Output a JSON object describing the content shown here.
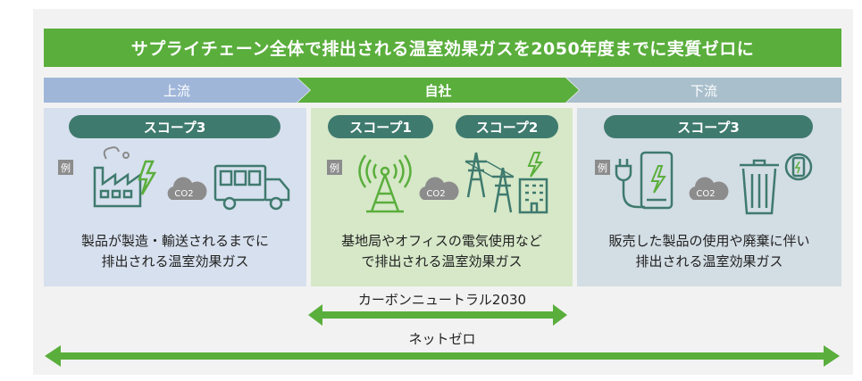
{
  "title": "サプライチェーン全体で排出される温室効果ガスを2050年度までに実質ゼロに",
  "stages": [
    {
      "label": "上流"
    },
    {
      "label": "自社"
    },
    {
      "label": "下流"
    }
  ],
  "columns": [
    {
      "scopes": [
        "スコープ3"
      ],
      "example": "例",
      "co2": "CO2",
      "desc_line1": "製品が製造・輸送されるまでに",
      "desc_line2": "排出される温室効果ガス"
    },
    {
      "scopes": [
        "スコープ1",
        "スコープ2"
      ],
      "example": "例",
      "co2": "CO2",
      "desc_line1": "基地局やオフィスの電気使用など",
      "desc_line2": "で排出される温室効果ガス"
    },
    {
      "scopes": [
        "スコープ3"
      ],
      "example": "例",
      "co2": "CO2",
      "desc_line1": "販売した製品の使用や廃棄に伴い",
      "desc_line2": "排出される温室効果ガス"
    }
  ],
  "carbon_neutral_label": "カーボンニュートラル2030",
  "net_zero_label": "ネットゼロ",
  "colors": {
    "banner": "#5aae3c",
    "pill": "#3f7a6e",
    "arrow": "#5aae3c",
    "upstream_bg": "#d7e0ee",
    "own_bg": "#d6e8c8",
    "downstream_bg": "#d3dde4"
  }
}
